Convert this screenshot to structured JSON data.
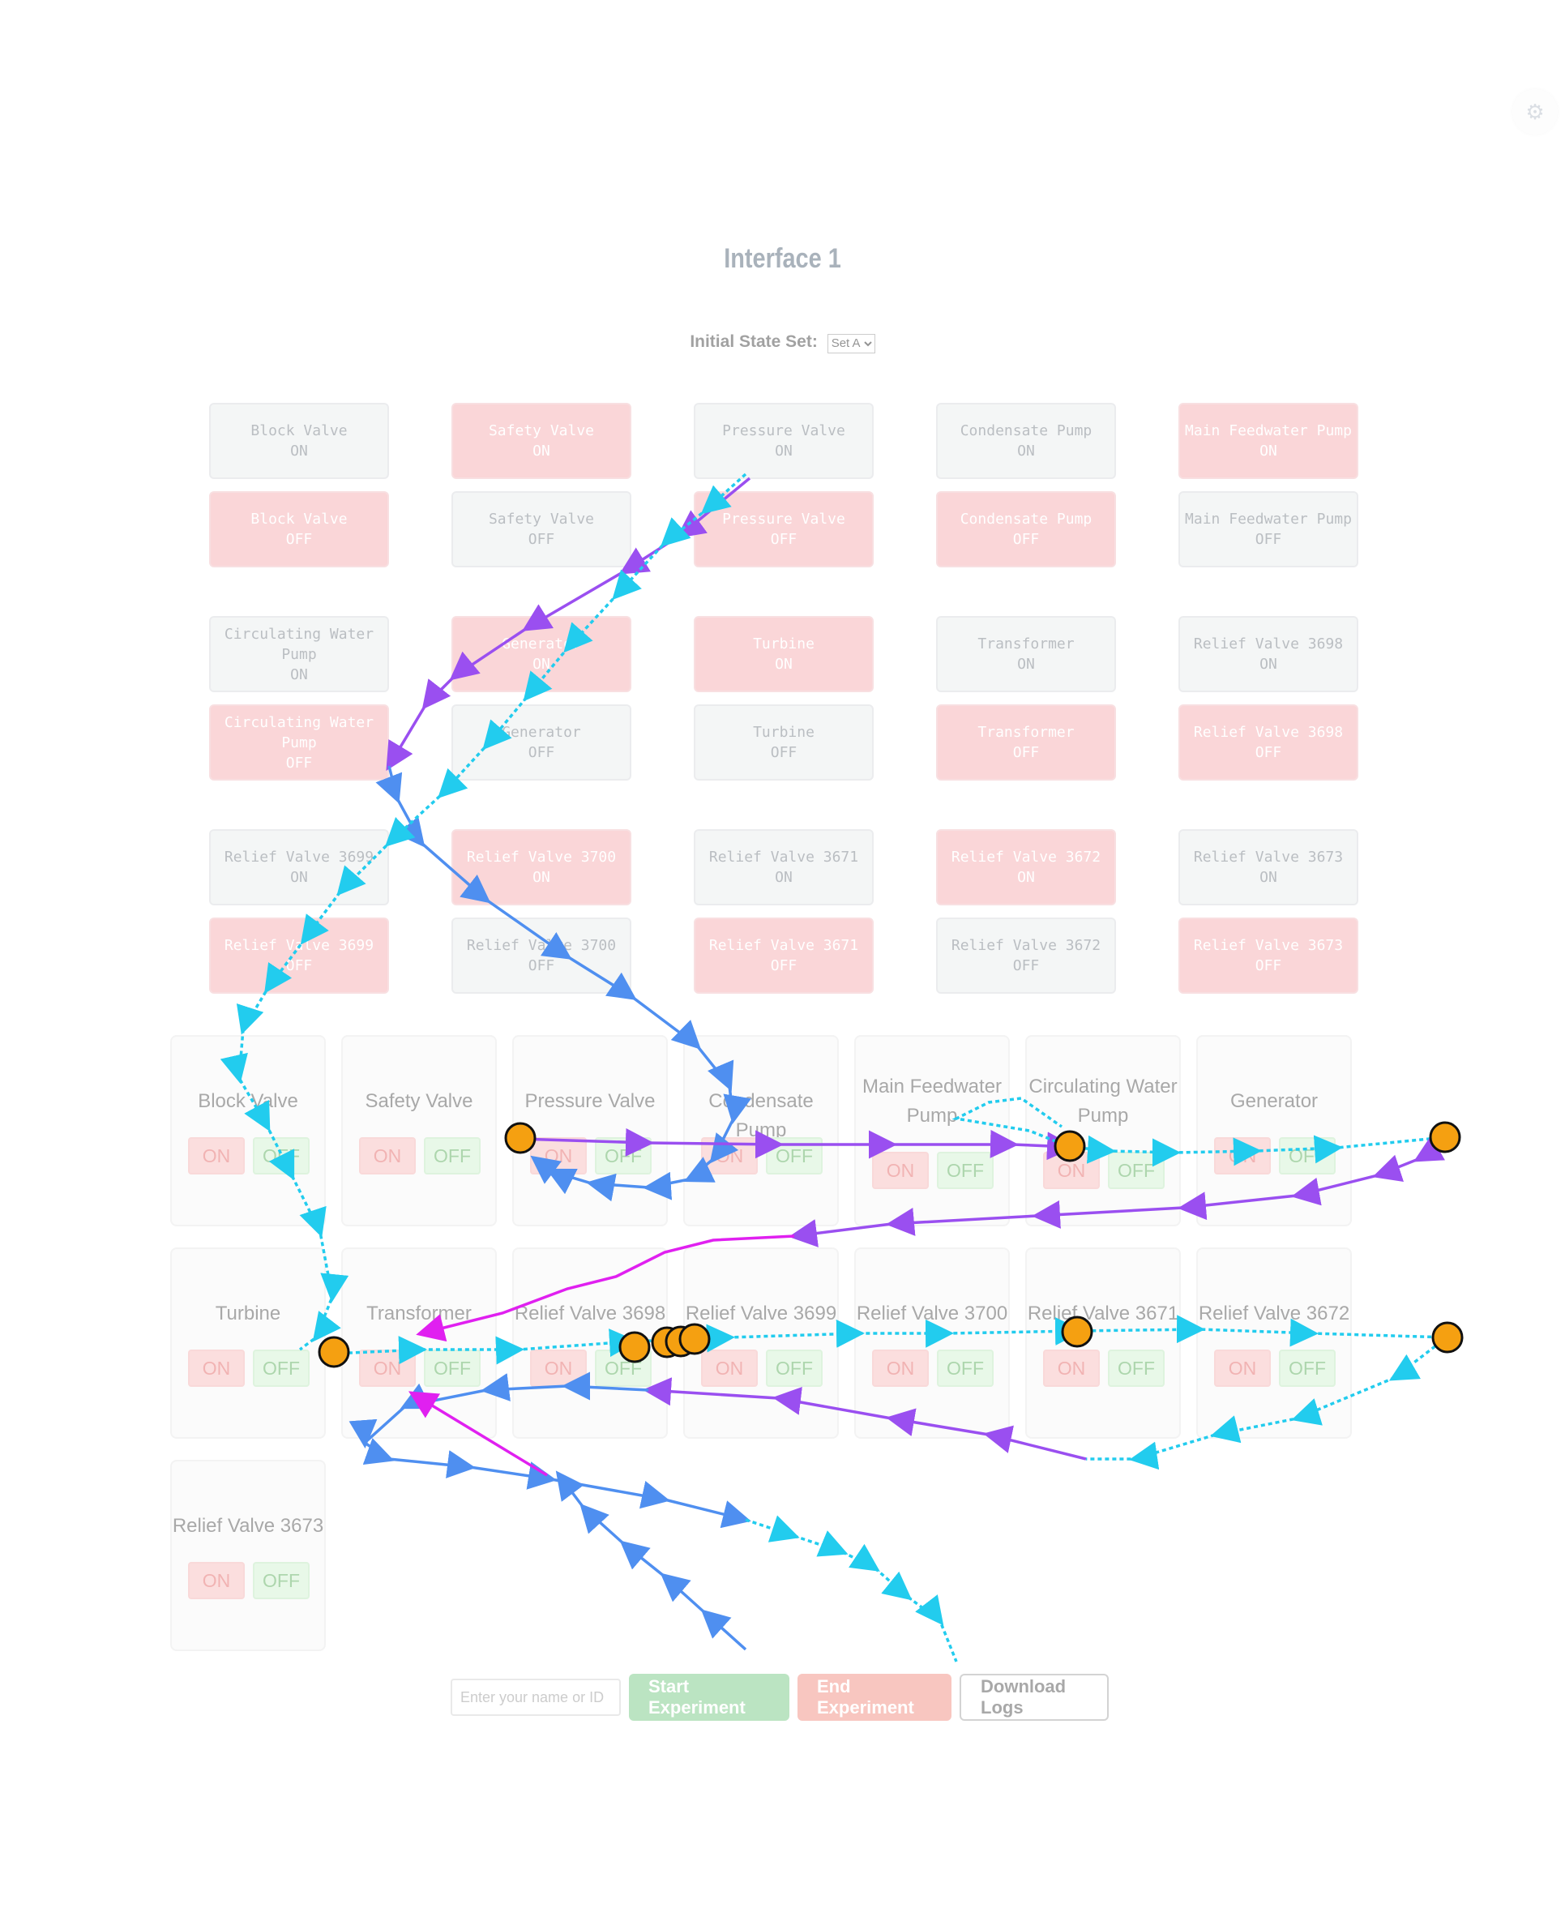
{
  "title": "Interface 1",
  "initial_state": {
    "label": "Initial State Set:",
    "selected": "Set A"
  },
  "toggle_panel": [
    {
      "on": {
        "name": "Block Valve",
        "state": "ON",
        "style": "neutral"
      },
      "off": {
        "name": "Block Valve",
        "state": "OFF",
        "style": "red"
      }
    },
    {
      "on": {
        "name": "Safety Valve",
        "state": "ON",
        "style": "red"
      },
      "off": {
        "name": "Safety Valve",
        "state": "OFF",
        "style": "neutral"
      }
    },
    {
      "on": {
        "name": "Pressure Valve",
        "state": "ON",
        "style": "neutral"
      },
      "off": {
        "name": "Pressure Valve",
        "state": "OFF",
        "style": "red"
      }
    },
    {
      "on": {
        "name": "Condensate Pump",
        "state": "ON",
        "style": "neutral"
      },
      "off": {
        "name": "Condensate Pump",
        "state": "OFF",
        "style": "red"
      }
    },
    {
      "on": {
        "name": "Main Feedwater Pump",
        "state": "ON",
        "style": "red"
      },
      "off": {
        "name": "Main Feedwater Pump",
        "state": "OFF",
        "style": "neutral"
      }
    },
    {
      "on": {
        "name": "Circulating Water Pump",
        "state": "ON",
        "style": "neutral"
      },
      "off": {
        "name": "Circulating Water Pump",
        "state": "OFF",
        "style": "red"
      }
    },
    {
      "on": {
        "name": "Generator",
        "state": "ON",
        "style": "red"
      },
      "off": {
        "name": "Generator",
        "state": "OFF",
        "style": "neutral"
      }
    },
    {
      "on": {
        "name": "Turbine",
        "state": "ON",
        "style": "red"
      },
      "off": {
        "name": "Turbine",
        "state": "OFF",
        "style": "neutral"
      }
    },
    {
      "on": {
        "name": "Transformer",
        "state": "ON",
        "style": "neutral"
      },
      "off": {
        "name": "Transformer",
        "state": "OFF",
        "style": "red"
      }
    },
    {
      "on": {
        "name": "Relief Valve 3698",
        "state": "ON",
        "style": "neutral"
      },
      "off": {
        "name": "Relief Valve 3698",
        "state": "OFF",
        "style": "red"
      }
    },
    {
      "on": {
        "name": "Relief Valve 3699",
        "state": "ON",
        "style": "neutral"
      },
      "off": {
        "name": "Relief Valve 3699",
        "state": "OFF",
        "style": "red"
      }
    },
    {
      "on": {
        "name": "Relief Valve 3700",
        "state": "ON",
        "style": "red"
      },
      "off": {
        "name": "Relief Valve 3700",
        "state": "OFF",
        "style": "neutral"
      }
    },
    {
      "on": {
        "name": "Relief Valve 3671",
        "state": "ON",
        "style": "neutral"
      },
      "off": {
        "name": "Relief Valve 3671",
        "state": "OFF",
        "style": "red"
      }
    },
    {
      "on": {
        "name": "Relief Valve 3672",
        "state": "ON",
        "style": "red"
      },
      "off": {
        "name": "Relief Valve 3672",
        "state": "OFF",
        "style": "neutral"
      }
    },
    {
      "on": {
        "name": "Relief Valve 3673",
        "state": "ON",
        "style": "neutral"
      },
      "off": {
        "name": "Relief Valve 3673",
        "state": "OFF",
        "style": "red"
      }
    }
  ],
  "components": [
    {
      "name": "Block Valve",
      "on": "ON",
      "off": "OFF"
    },
    {
      "name": "Safety Valve",
      "on": "ON",
      "off": "OFF"
    },
    {
      "name": "Pressure Valve",
      "on": "ON",
      "off": "OFF"
    },
    {
      "name": "Condensate Pump",
      "on": "ON",
      "off": "OFF"
    },
    {
      "name": "Main Feedwater Pump",
      "on": "ON",
      "off": "OFF"
    },
    {
      "name": "Circulating Water Pump",
      "on": "ON",
      "off": "OFF"
    },
    {
      "name": "Generator",
      "on": "ON",
      "off": "OFF"
    },
    {
      "name": "Turbine",
      "on": "ON",
      "off": "OFF"
    },
    {
      "name": "Transformer",
      "on": "ON",
      "off": "OFF"
    },
    {
      "name": "Relief Valve 3698",
      "on": "ON",
      "off": "OFF"
    },
    {
      "name": "Relief Valve 3699",
      "on": "ON",
      "off": "OFF"
    },
    {
      "name": "Relief Valve 3700",
      "on": "ON",
      "off": "OFF"
    },
    {
      "name": "Relief Valve 3671",
      "on": "ON",
      "off": "OFF"
    },
    {
      "name": "Relief Valve 3672",
      "on": "ON",
      "off": "OFF"
    },
    {
      "name": "Relief Valve 3673",
      "on": "ON",
      "off": "OFF"
    }
  ],
  "bottom_bar": {
    "name_placeholder": "Enter your name or ID",
    "start_label": "Start Experiment",
    "end_label": "End Experiment",
    "download_label": "Download Logs"
  },
  "colors": {
    "trace_cyan": "#22ccee",
    "trace_blue": "#4f8ff0",
    "trace_purple": "#9a4ff0",
    "trace_magenta": "#e020f0",
    "click_marker": "#f5a011"
  }
}
